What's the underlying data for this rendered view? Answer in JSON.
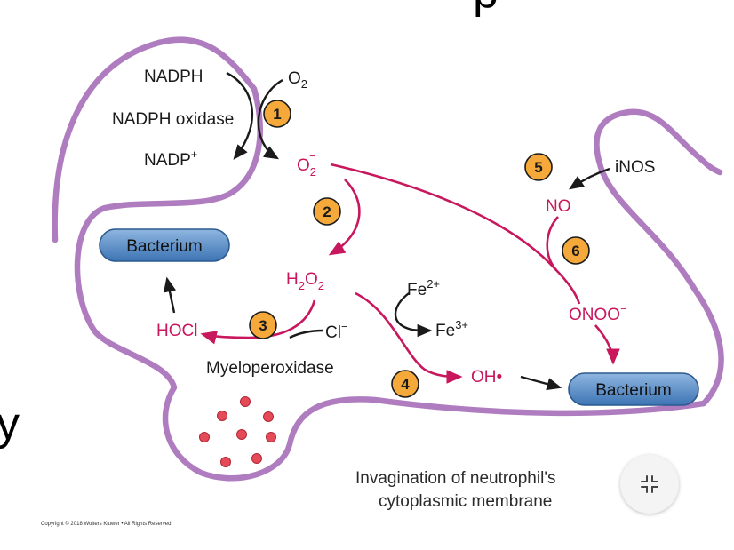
{
  "labels": {
    "nadph": "NADPH",
    "o2": "O",
    "o2_sub": "2",
    "nadph_oxidase": "NADPH oxidase",
    "nadp": "NADP",
    "nadp_sup": "+",
    "superoxide": "O",
    "superoxide_sub": "2",
    "superoxide_sup": "−",
    "h2o2_a": "H",
    "h2o2_sub1": "2",
    "h2o2_b": "O",
    "h2o2_sub2": "2",
    "hocl": "HOCl",
    "cl": "Cl",
    "cl_sup": "−",
    "myeloperoxidase": "Myeloperoxidase",
    "fe2": "Fe",
    "fe2_sup": "2+",
    "fe3": "Fe",
    "fe3_sup": "3+",
    "oh": "OH•",
    "inos": "iNOS",
    "no": "NO",
    "onoo": "ONOO",
    "onoo_sup": "−",
    "bacterium_top": "Bacterium",
    "bacterium_bottom": "Bacterium",
    "caption_line1": "Invagination of neutrophil's",
    "caption_line2": "cytoplasmic membrane",
    "copyright": "Copyright © 2018 Wolters Kluwer • All Rights Reserved",
    "left_edge_char": "y",
    "top_edge_char": "p"
  },
  "steps": [
    "1",
    "2",
    "3",
    "4",
    "5",
    "6"
  ],
  "colors": {
    "membrane": "#b07cc0",
    "magenta": "#c8175d",
    "badge": "#f5a93a",
    "bacterium_fill": "#4d87c4",
    "granule": "#e04050"
  },
  "icons": {
    "collapse": "collapse-arrows-icon"
  }
}
